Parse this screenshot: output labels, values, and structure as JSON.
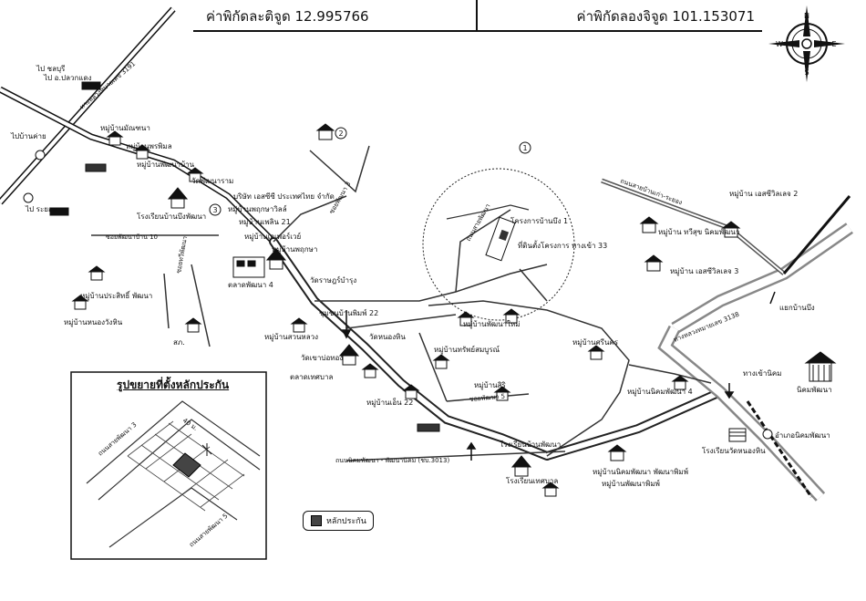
{
  "header": {
    "latitude": "ค่าพิกัดละติจูด 12.995766",
    "longitude": "ค่าพิกัดลองจิจูด 101.153071"
  },
  "compass": {
    "n": "N",
    "s": "S",
    "e": "E",
    "w": "W",
    "icon": "compass-rose-icon"
  },
  "places": {
    "moo6": "หมู่บ้านมัณฑนา",
    "moo2_top": "หมู่บ้านพรพิมล",
    "pk_top": "หมู่บ้านพัฒนาบ้าน",
    "wat": "วัดพัฒนาราม",
    "dinosaur": "บริษัท เอสซีซี ประเทศไทย จำกัด",
    "village_sp": "หมู่บ้านพฤกษาวิลล์",
    "village21": "หมู่บ้านเพลิน 21",
    "village_tr": "หมู่บ้านเอเพอร์เวย์",
    "school1": "โรงเรียนบ้านบึงพัฒนา",
    "moo4": "ตลาดพัฒนา 4",
    "village_pp": "หมู่บ้านพฤกษา",
    "wat2": "วัดราษฎร์บำรุง",
    "moo3": "หมู่บ้านประสิทธิ์ พัฒนา",
    "moo_nong": "หมู่บ้านหนองวังหิน",
    "police": "สภ.",
    "moo22": "ชุมชนบ้านพิมพ์ 22",
    "wat3": "วัดเขาบ่อทอง",
    "market": "ตลาดเทศบาล",
    "village_br": "หมู่บ้านเอ็น 22",
    "village_sl": "หมู่บ้านสวนหลวง",
    "temple": "วัดหนองหิน",
    "village_rn": "หมู่บ้านทรัพย์สมบูรณ์",
    "village_si": "หมู่บ้านสิริ",
    "moo7": "หมู่บ้านพัฒนาใหม่",
    "moo8": "หมู่บ้านศรีนคร",
    "moo_r1": "หมู่บ้าน เอสซีวิลเลจ 2",
    "moo_r2": "หมู่บ้าน ทวีสุข นิคมพัฒนา",
    "moo_r3": "หมู่บ้าน เอสซีวิลเลจ 3",
    "moo_r4": "หมู่บ้านนิคมพัฒนา 4",
    "school2": "โรงเรียนวัดหนองหิน",
    "school3": "โรงเรียนเทศบาล",
    "moo_ph": "หมู่บ้านนิคมพัฒนา พัฒนาพิมพ์",
    "moo_phb": "หมู่บ้านพัฒนาพิมพ์",
    "nikhom": "นิคมพัฒนา",
    "project": "โครงการบ้านบึง 1",
    "target": "ที่ดินตั้งโครงการ ทางเข้า 33",
    "sub_office": "แยกบ้านบึง",
    "gate": "ทางเข้านิคม",
    "n1": "อำเภอนิคมพัฒนา",
    "school4": "โรงเรียนบ้านพัฒนา",
    "chonburi": "ไป ชลบุรี",
    "rayong_top": "ไป ระยอง",
    "to_right": "ไปบ้านค่าย",
    "to_br": "ไป อ.ปลวกแดง",
    "rd_left": "ทางหลวงหมายเลข 3191",
    "rd_right": "ทางหลวงหมายเลข 3138",
    "rd_top": "ถนนสายบ้านเก่า-ระยอง",
    "rd_mid": "ซอยพัฒนา 3",
    "rd_mid2": "ซอยพัฒนา 5",
    "rd_bot": "ถนนนิคมพัฒนา - พัฒนานิคม (ชบ.3013)",
    "rd_s1": "ซอยพัฒนาบ้าน 10",
    "rd_s2": "ซอยทวีพัฒนา",
    "rd_left2": "ถนนสายพัฒนา",
    "mark2": "2",
    "mark3": "3",
    "mark4": "1"
  },
  "inset": {
    "title": "รูปขยายที่ตั้งหลักประกัน",
    "road_a": "ถนนสายพัฒนา 3",
    "road_b": "ถนนสายพัฒนา 5",
    "dim": "40 ม."
  },
  "legend": {
    "label": "หลักประกัน",
    "color": "#444444"
  }
}
